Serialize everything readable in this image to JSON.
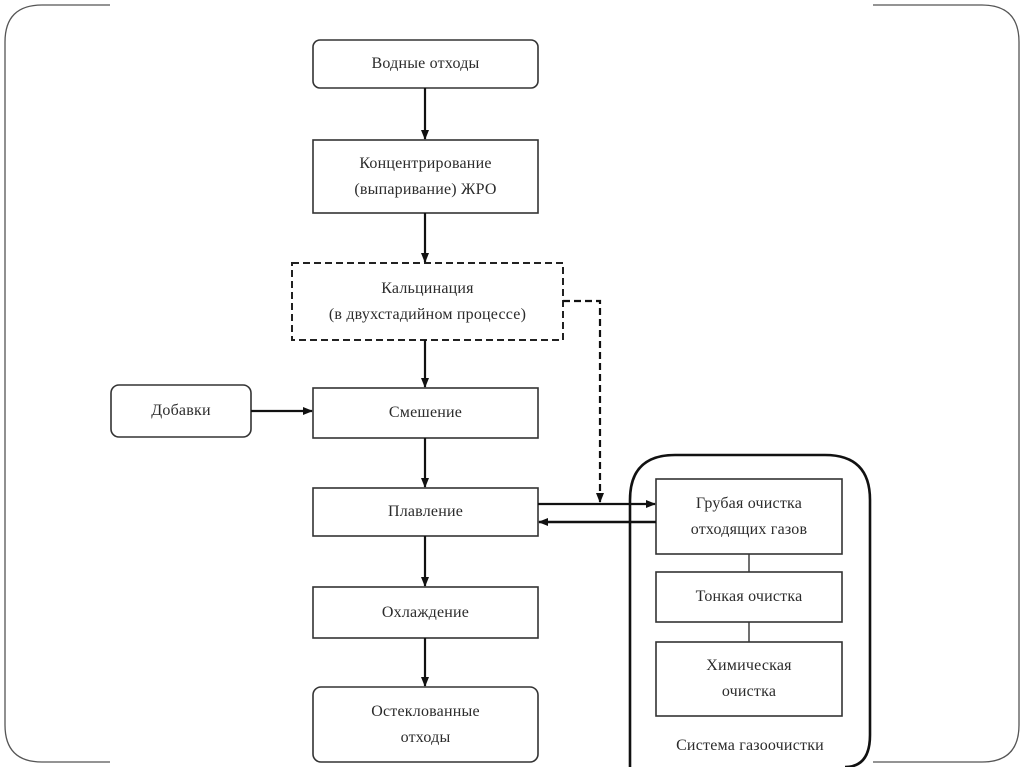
{
  "diagram": {
    "main_flow": [
      {
        "id": "water-waste",
        "label": "Водные отходы",
        "shape": "rounded"
      },
      {
        "id": "concentration",
        "label_lines": [
          "Концентрирование",
          "(выпаривание) ЖРО"
        ],
        "shape": "rect"
      },
      {
        "id": "calcination",
        "label_lines": [
          "Кальцинация",
          "(в двухстадийном процессе)"
        ],
        "shape": "dashed-rect"
      },
      {
        "id": "mixing",
        "label": "Смешение",
        "shape": "rect"
      },
      {
        "id": "melting",
        "label": "Плавление",
        "shape": "rect"
      },
      {
        "id": "cooling",
        "label": "Охлаждение",
        "shape": "rect"
      },
      {
        "id": "vitrified-waste",
        "label_lines": [
          "Остеклованные",
          "отходы"
        ],
        "shape": "rounded"
      }
    ],
    "additives": {
      "label": "Добавки",
      "shape": "rounded"
    },
    "gas_cleaning_system": {
      "label": "Система газоочистки",
      "stages": [
        {
          "id": "coarse",
          "label_lines": [
            "Грубая очистка",
            "отходящих газов"
          ]
        },
        {
          "id": "fine",
          "label": "Тонкая очистка"
        },
        {
          "id": "chemical",
          "label_lines": [
            "Химическая",
            "очистка"
          ]
        }
      ]
    },
    "connections": [
      {
        "from": "water-waste",
        "to": "concentration",
        "style": "solid"
      },
      {
        "from": "concentration",
        "to": "calcination",
        "style": "solid"
      },
      {
        "from": "calcination",
        "to": "mixing",
        "style": "solid"
      },
      {
        "from": "additives",
        "to": "mixing",
        "style": "solid"
      },
      {
        "from": "mixing",
        "to": "melting",
        "style": "solid"
      },
      {
        "from": "melting",
        "to": "coarse",
        "style": "solid"
      },
      {
        "from": "coarse",
        "to": "melting",
        "style": "solid"
      },
      {
        "from": "calcination",
        "to": "coarse",
        "style": "dashed"
      },
      {
        "from": "melting",
        "to": "cooling",
        "style": "solid"
      },
      {
        "from": "cooling",
        "to": "vitrified-waste",
        "style": "solid"
      },
      {
        "from": "coarse",
        "to": "fine",
        "style": "line"
      },
      {
        "from": "fine",
        "to": "chemical",
        "style": "line"
      }
    ]
  }
}
